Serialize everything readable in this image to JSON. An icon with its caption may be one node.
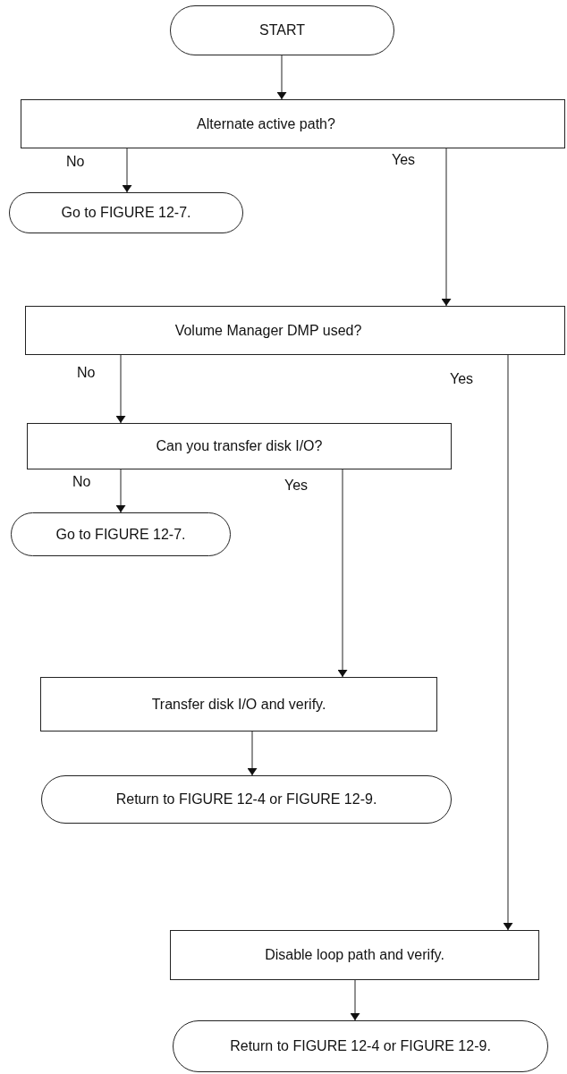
{
  "diagram": {
    "nodes": [
      {
        "text": [
          "START"
        ]
      },
      {
        "text": [
          "Alternate active path?"
        ]
      },
      {
        "text": [
          "Go to FIGURE 12-7."
        ]
      },
      {
        "text": [
          "Volume Manager DMP used?"
        ]
      },
      {
        "text": [
          "Can you transfer disk I/O?"
        ]
      },
      {
        "text": [
          "Go to FIGURE 12-7."
        ]
      },
      {
        "text": [
          "Transfer disk I/O and verify."
        ]
      },
      {
        "text": [
          "Return to FIGURE 12-4 or FIGURE 12-9."
        ]
      },
      {
        "text": [
          "Disable loop path and verify."
        ]
      },
      {
        "text": [
          "Return to FIGURE 12-4 or FIGURE 12-9."
        ]
      }
    ],
    "edges": [
      {
        "from": 0,
        "to": 1,
        "arrow": "to"
      },
      {
        "from": 1,
        "to": 2,
        "arrow": "to",
        "label": "No"
      },
      {
        "from": 1,
        "to": 3,
        "arrow": "to",
        "label": "Yes"
      },
      {
        "from": 3,
        "to": 4,
        "arrow": "to",
        "label": "No"
      },
      {
        "from": 3,
        "to": 8,
        "arrow": "to",
        "label": "Yes"
      },
      {
        "from": 4,
        "to": 5,
        "arrow": "to",
        "label": "No"
      },
      {
        "from": 4,
        "to": 6,
        "arrow": "to",
        "label": "Yes"
      },
      {
        "from": 6,
        "to": 7,
        "arrow": "to"
      },
      {
        "from": 8,
        "to": 9,
        "arrow": "to"
      }
    ]
  }
}
